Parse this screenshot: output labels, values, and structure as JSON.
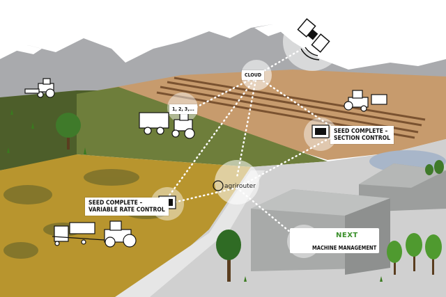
{
  "labels": {
    "cloud": "CLOUD",
    "sequence": "1, 2, 3,...",
    "section_control_line1": "SEED COMPLETE –",
    "section_control_line2": "SECTION CONTROL",
    "variable_rate_line1": "SEED COMPLETE –",
    "variable_rate_line2": "VARIABLE RATE CONTROL",
    "agrirouter": "agrirouter",
    "next_brand": "NEXT",
    "next_sub": "MACHINE MANAGEMENT"
  },
  "colors": {
    "sky": "#ffffff",
    "mountain": "#a9aaad",
    "field_green_dark": "#4d5e2a",
    "field_green": "#6e7e3b",
    "field_brown": "#c79b6d",
    "field_camo": "#b8952e",
    "ground": "#d0d0d0",
    "road": "#e6e6e6",
    "building": "#a8aaa9",
    "water": "#a8b6c9",
    "tree": "#3f7a2a",
    "next_green": "#3a8f2a"
  },
  "icons": [
    "satellite-icon",
    "tractor-icon",
    "seeder-icon",
    "terminal-icon",
    "monitor-icon",
    "agrirouter-logo",
    "tree-icon"
  ]
}
